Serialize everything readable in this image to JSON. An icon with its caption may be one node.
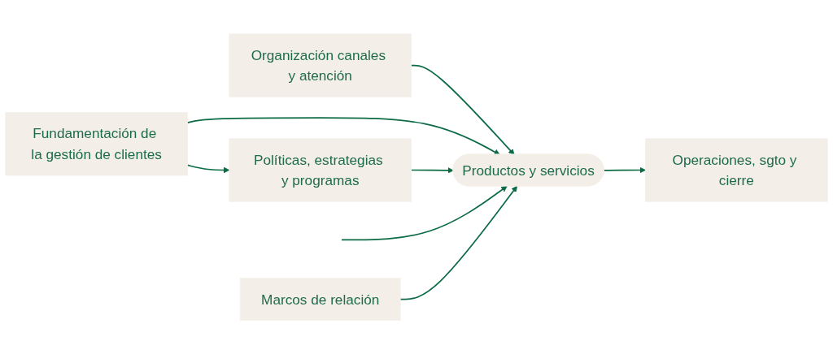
{
  "diagram": {
    "nodes": [
      {
        "text": [
          "Fundamentación de la gestión de clientes"
        ]
      },
      {
        "text": [
          "Organización canales y atención"
        ]
      },
      {
        "text": [
          "Políticas, estrategias y programas"
        ]
      },
      {
        "text": [
          "Productos y servicios"
        ]
      },
      {
        "text": [
          "Operaciones, sgto y cierre"
        ]
      },
      {
        "text": [
          "Marcos de relación"
        ]
      }
    ],
    "edges": [
      {
        "from": 0,
        "to": 2,
        "arrow": "to"
      },
      {
        "from": 1,
        "to": 3,
        "arrow": "to"
      },
      {
        "from": 0,
        "to": 3,
        "arrow": "to"
      },
      {
        "from": 2,
        "to": 3,
        "arrow": "to"
      },
      {
        "from": null,
        "to": 3,
        "arrow": "to"
      },
      {
        "from": 3,
        "to": 4,
        "arrow": "to"
      },
      {
        "from": 5,
        "to": 3,
        "arrow": "to"
      }
    ]
  }
}
